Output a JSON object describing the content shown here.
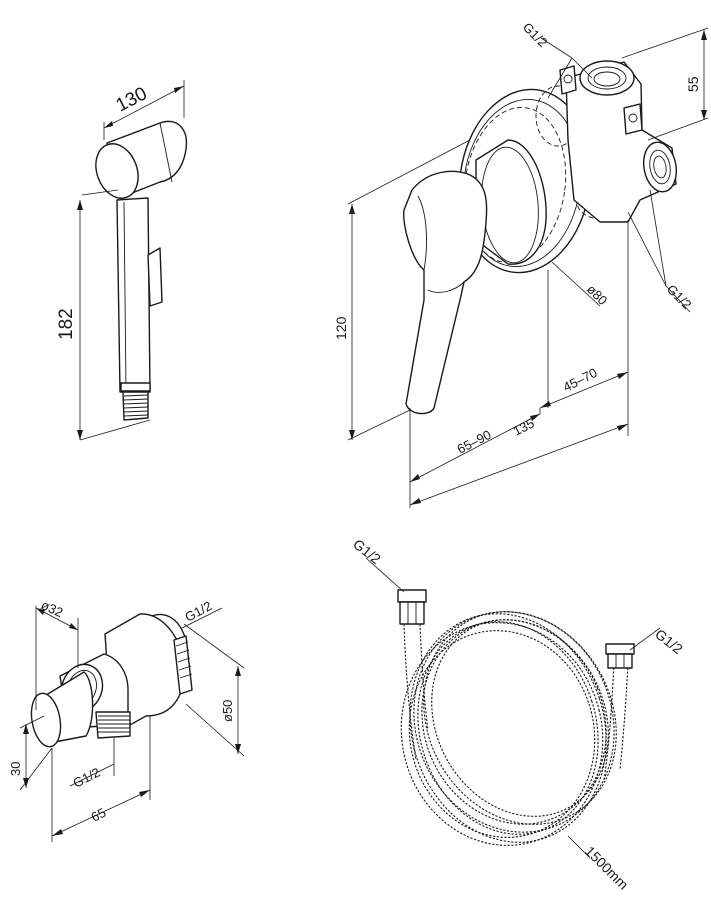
{
  "dimensions": {
    "handset_width": "130",
    "handset_height": "182",
    "mixer_connection_top": "G1/2",
    "mixer_depth_top": "55",
    "mixer_connection_side": "G1/2",
    "mixer_plate_diameter": "ø80",
    "mixer_height": "120",
    "mixer_recess": "45–70",
    "mixer_projection_range": "65–90",
    "mixer_projection_total": "135",
    "outlet_diameter": "ø32",
    "outlet_thread": "G1/2",
    "outlet_plate_diameter": "ø50",
    "outlet_height": "30",
    "outlet_connection": "G1/2",
    "outlet_depth": "65",
    "hose_connection_left": "G1/2",
    "hose_connection_right": "G1/2",
    "hose_length": "1500mm"
  }
}
